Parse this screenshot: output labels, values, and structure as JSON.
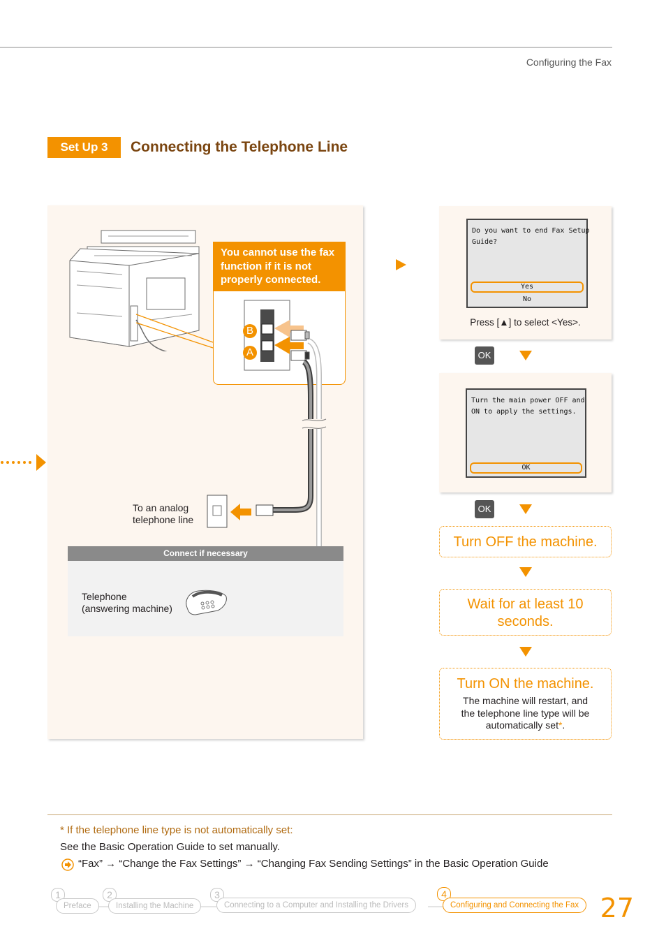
{
  "header": {
    "section": "Configuring the Fax"
  },
  "setup": {
    "badge": "Set Up 3",
    "title": "Connecting the Telephone Line"
  },
  "diagram": {
    "warning": "You cannot use the fax function if it is not properly connected.",
    "port_b": "B",
    "port_a": "A",
    "analog_line_label_1": "To an analog",
    "analog_line_label_2": "telephone line",
    "connect_if_necessary": "Connect if necessary",
    "telephone_label_1": "Telephone",
    "telephone_label_2": "(answering machine)"
  },
  "screen1": {
    "line1": "Do you want to end Fax Setup",
    "line2": "Guide?",
    "opt_yes": "Yes",
    "opt_no": "No",
    "caption": "Press [▲] to select <Yes>."
  },
  "ok_key": "OK",
  "screen2": {
    "line1": "Turn the main power OFF and",
    "line2": "ON to apply the settings.",
    "opt_ok": "OK"
  },
  "steps": {
    "off": "Turn OFF the machine.",
    "wait_1": "Wait for at least 10",
    "wait_2": "seconds.",
    "on": "Turn ON the machine.",
    "on_sub_1": "The machine will restart, and",
    "on_sub_2": "the telephone line type will be",
    "on_sub_3": "automatically set",
    "on_sub_star": "*",
    "on_sub_end": "."
  },
  "footnote": {
    "title": "* If the telephone line type is not automatically set:",
    "body": "See the Basic Operation Guide to set manually.",
    "ref": "“Fax” → “Change the Fax Settings” → “Changing Fax Sending Settings” in the Basic Operation Guide"
  },
  "nav": {
    "items": [
      {
        "num": "1",
        "label": "Preface"
      },
      {
        "num": "2",
        "label": "Installing the Machine"
      },
      {
        "num": "3",
        "label": "Connecting to a Computer and Installing the Drivers"
      },
      {
        "num": "4",
        "label": "Configuring and Connecting the Fax"
      }
    ],
    "page": "27"
  },
  "colors": {
    "accent": "#f39200",
    "title_brown": "#7a4510",
    "panel_bg": "#fdf6ef"
  }
}
